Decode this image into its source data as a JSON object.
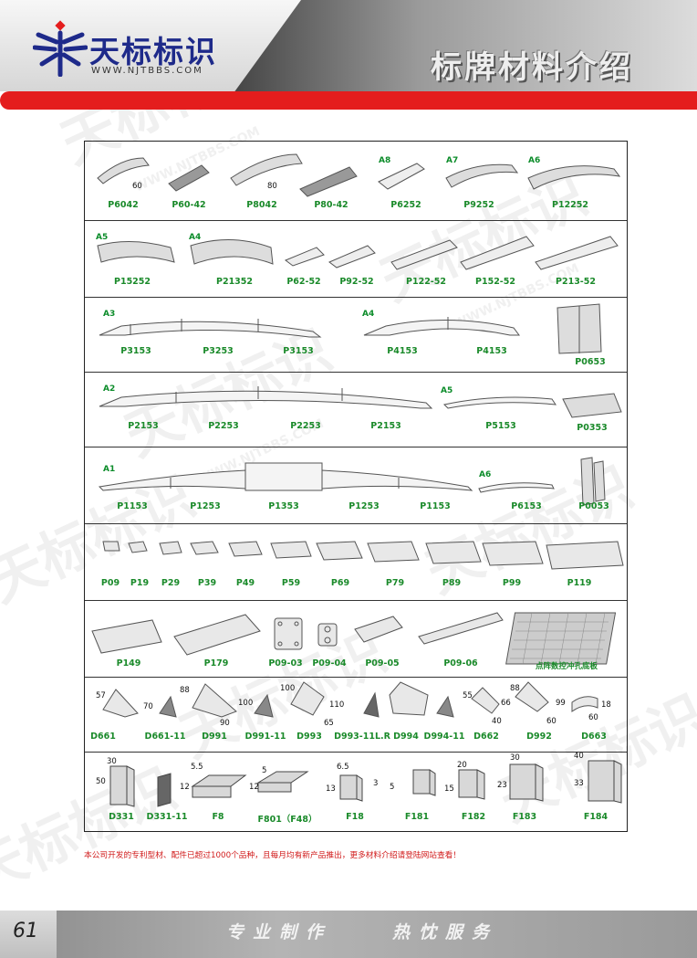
{
  "header": {
    "brand_name": "天标标识",
    "brand_site": "WWW.NJTBBS.COM",
    "title": "标牌材料介绍",
    "accent_color": "#e41d1d",
    "logo_icon": "tianbiao-logo-icon"
  },
  "rows": [
    {
      "labels": [
        "P6042",
        "P60-42",
        "P8042",
        "P80-42",
        "P6252",
        "P9252",
        "P12252"
      ],
      "sizes": [
        "A8",
        "A7",
        "A6"
      ],
      "dims": [
        "60",
        "80"
      ]
    },
    {
      "labels": [
        "P15252",
        "P21352",
        "P62-52",
        "P92-52",
        "P122-52",
        "P152-52",
        "P213-52"
      ],
      "sizes": [
        "A5",
        "A4"
      ]
    },
    {
      "labels": [
        "P3153",
        "P3253",
        "P3153",
        "P4153",
        "P4153",
        "P0653"
      ],
      "sizes": [
        "A3",
        "A4"
      ]
    },
    {
      "labels": [
        "P2153",
        "P2253",
        "P2253",
        "P2153",
        "P5153",
        "P0353"
      ],
      "sizes": [
        "A2",
        "A5"
      ]
    },
    {
      "labels": [
        "P1153",
        "P1253",
        "P1353",
        "P1253",
        "P1153",
        "P6153",
        "P0053"
      ],
      "sizes": [
        "A1",
        "A6"
      ]
    },
    {
      "labels": [
        "P09",
        "P19",
        "P29",
        "P39",
        "P49",
        "P59",
        "P69",
        "P79",
        "P89",
        "P99",
        "P119"
      ]
    },
    {
      "labels": [
        "P149",
        "P179",
        "P09-03",
        "P09-04",
        "P09-05",
        "P09-06",
        "点阵数控冲孔底板"
      ]
    },
    {
      "labels": [
        "D661",
        "D661-11",
        "D991",
        "D991-11",
        "D993",
        "D993-11L.R",
        "D994",
        "D994-11",
        "D662",
        "D992",
        "D663"
      ],
      "dims": [
        "57",
        "70",
        "88",
        "100",
        "90",
        "100",
        "110",
        "65",
        "55",
        "66",
        "40",
        "88",
        "99",
        "60",
        "18",
        "60"
      ]
    },
    {
      "labels": [
        "D331",
        "D331-11",
        "F8",
        "F801（F48）",
        "F18",
        "F181",
        "F182",
        "F183",
        "F184"
      ],
      "dims": [
        "30",
        "50",
        "5.5",
        "12",
        "5",
        "12",
        "6.5",
        "13",
        "3",
        "5",
        "20",
        "15",
        "30",
        "23",
        "40",
        "33"
      ]
    }
  ],
  "notice": "本公司开发的专利型材、配件已超过1000个品种，且每月均有新产品推出，更多材料介绍请登陆网站查看！",
  "footer": {
    "page_number": "61",
    "slogan_left": "专业制作",
    "slogan_right": "热忱服务"
  }
}
